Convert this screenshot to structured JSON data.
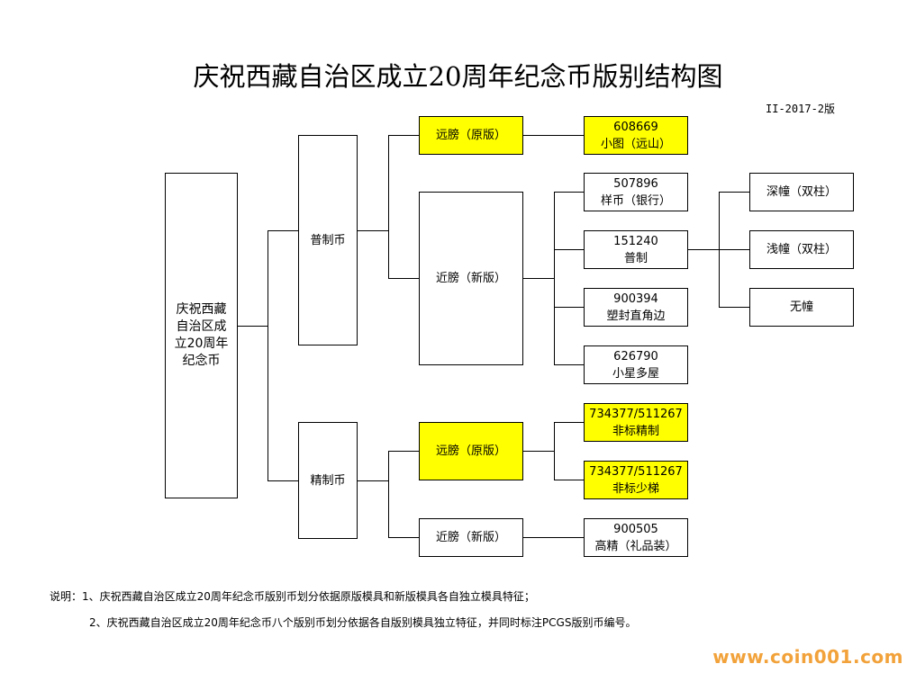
{
  "title": "庆祝西藏自治区成立20周年纪念币版别结构图",
  "version": "II-2017-2版",
  "root": {
    "lines": [
      "庆祝西藏",
      "自治区成",
      "立20周年",
      "纪念币"
    ]
  },
  "branches": {
    "puzhi": "普制币",
    "jingzhi": "精制币"
  },
  "puzhi_children": {
    "yuanfang": "远膀（原版）",
    "jinfang": "近膀（新版）"
  },
  "jingzhi_children": {
    "yuanfang": "远膀（原版）",
    "jinfang": "近膀（新版）"
  },
  "varieties": [
    {
      "code": "608669",
      "name": "小图（远山）"
    },
    {
      "code": "507896",
      "name": "样币（银行）"
    },
    {
      "code": "151240",
      "name": "普制"
    },
    {
      "code": "900394",
      "name": "塑封直角边"
    },
    {
      "code": "626790",
      "name": "小星多屋"
    },
    {
      "code": "734377/511267",
      "name": "非标精制"
    },
    {
      "code": "734377/511267",
      "name": "非标少梯"
    },
    {
      "code": "900505",
      "name": "高精（礼品装）"
    }
  ],
  "sub_varieties": [
    "深幢（双柱）",
    "浅幢（双柱）",
    "无幢"
  ],
  "notes": [
    "说明：1、庆祝西藏自治区成立20周年纪念币版别币划分依据原版模具和新版模具各自独立模具特征；",
    "2、庆祝西藏自治区成立20周年纪念币八个版别币划分依据各自版别模具独立特征，并同时标注PCGS版别币编号。"
  ],
  "watermark": "www.coin001.com",
  "colors": {
    "highlight": "#ffff00",
    "watermark": "#f2a23a"
  }
}
